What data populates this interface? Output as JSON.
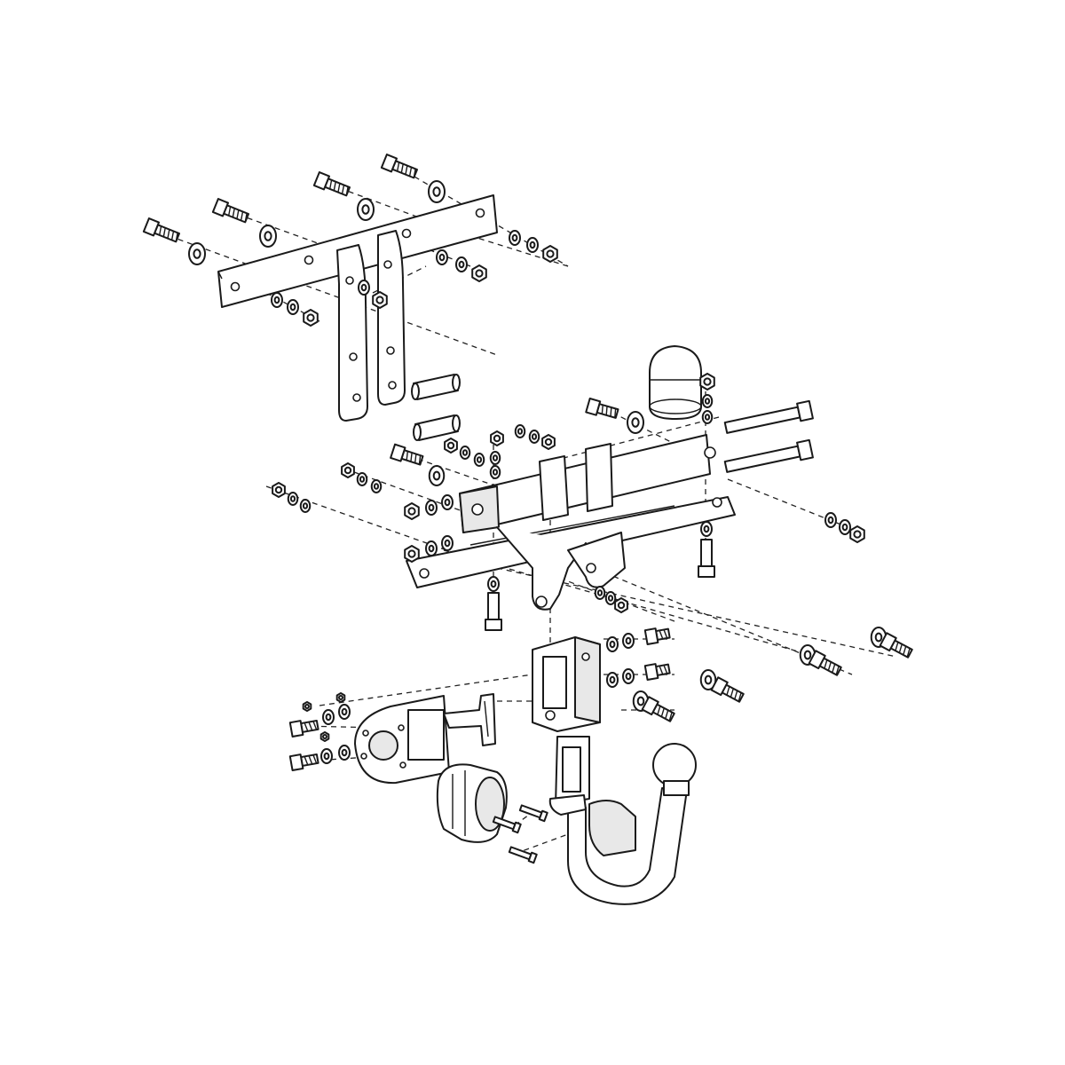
{
  "diagram": {
    "style": {
      "line_color": "#1a1a1a",
      "fill_color": "#ffffff",
      "shade_color": "#e8e8e8",
      "background": "#ffffff"
    },
    "parts": [
      "mounting-plate",
      "vertical-brackets",
      "spacer-tubes",
      "crossbar",
      "ball-cover-cap",
      "ball-socket-housing",
      "detachable-ball-neck",
      "socket-bracket",
      "electrical-socket",
      "bolts",
      "washers",
      "nuts"
    ]
  }
}
